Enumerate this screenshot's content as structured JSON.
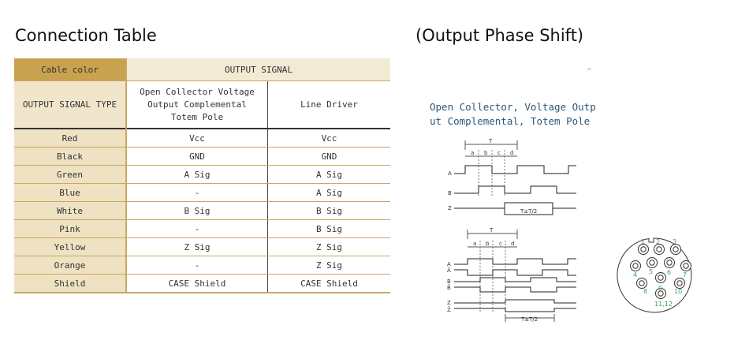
{
  "titles": {
    "connection": "Connection Table",
    "phase": "(Output Phase Shift)"
  },
  "table": {
    "header_cable": "Cable color",
    "header_output": "OUTPUT SIGNAL",
    "header_type": "OUTPUT SIGNAL TYPE",
    "header_oc_lines": [
      "Open Collector  Voltage",
      "Output  Complemental",
      "Totem Pole"
    ],
    "header_ld": "Line Driver",
    "rows": [
      {
        "color": "Red",
        "oc": "Vcc",
        "ld": "Vcc"
      },
      {
        "color": "Black",
        "oc": "GND",
        "ld": "GND"
      },
      {
        "color": "Green",
        "oc": "A Sig",
        "ld": "A Sig"
      },
      {
        "color": "Blue",
        "oc": "-",
        "ld": "A Sig"
      },
      {
        "color": "White",
        "oc": "B Sig",
        "ld": "B Sig"
      },
      {
        "color": "Pink",
        "oc": "-",
        "ld": "B Sig"
      },
      {
        "color": "Yellow",
        "oc": "Z Sig",
        "ld": "Z Sig"
      },
      {
        "color": "Orange",
        "oc": "-",
        "ld": "Z Sig"
      },
      {
        "color": "Shield",
        "oc": "CASE Shield",
        "ld": "CASE Shield"
      }
    ]
  },
  "phase": {
    "subtitle_lines": [
      "Open Collector, Voltage Outp",
      "ut  Complemental, Totem Pole"
    ],
    "period_label": "T",
    "quarter_labels": [
      "a",
      "b",
      "c",
      "d"
    ],
    "z_label": "T±T/2",
    "top_signals": [
      "A",
      "B",
      "Z"
    ],
    "bottom_signals": [
      "A",
      "Ā",
      "B",
      "B̄",
      "Z",
      "Z̄"
    ]
  },
  "connector": {
    "pins": [
      "1",
      "2",
      "3",
      "4",
      "5",
      "6",
      "7",
      "8",
      "9",
      "10",
      "11,12"
    ]
  },
  "colors": {
    "gold": "#c9a24f",
    "pale": "#efe2c3",
    "pin_label": "#3aa65a",
    "subtitle": "#2c5876"
  }
}
